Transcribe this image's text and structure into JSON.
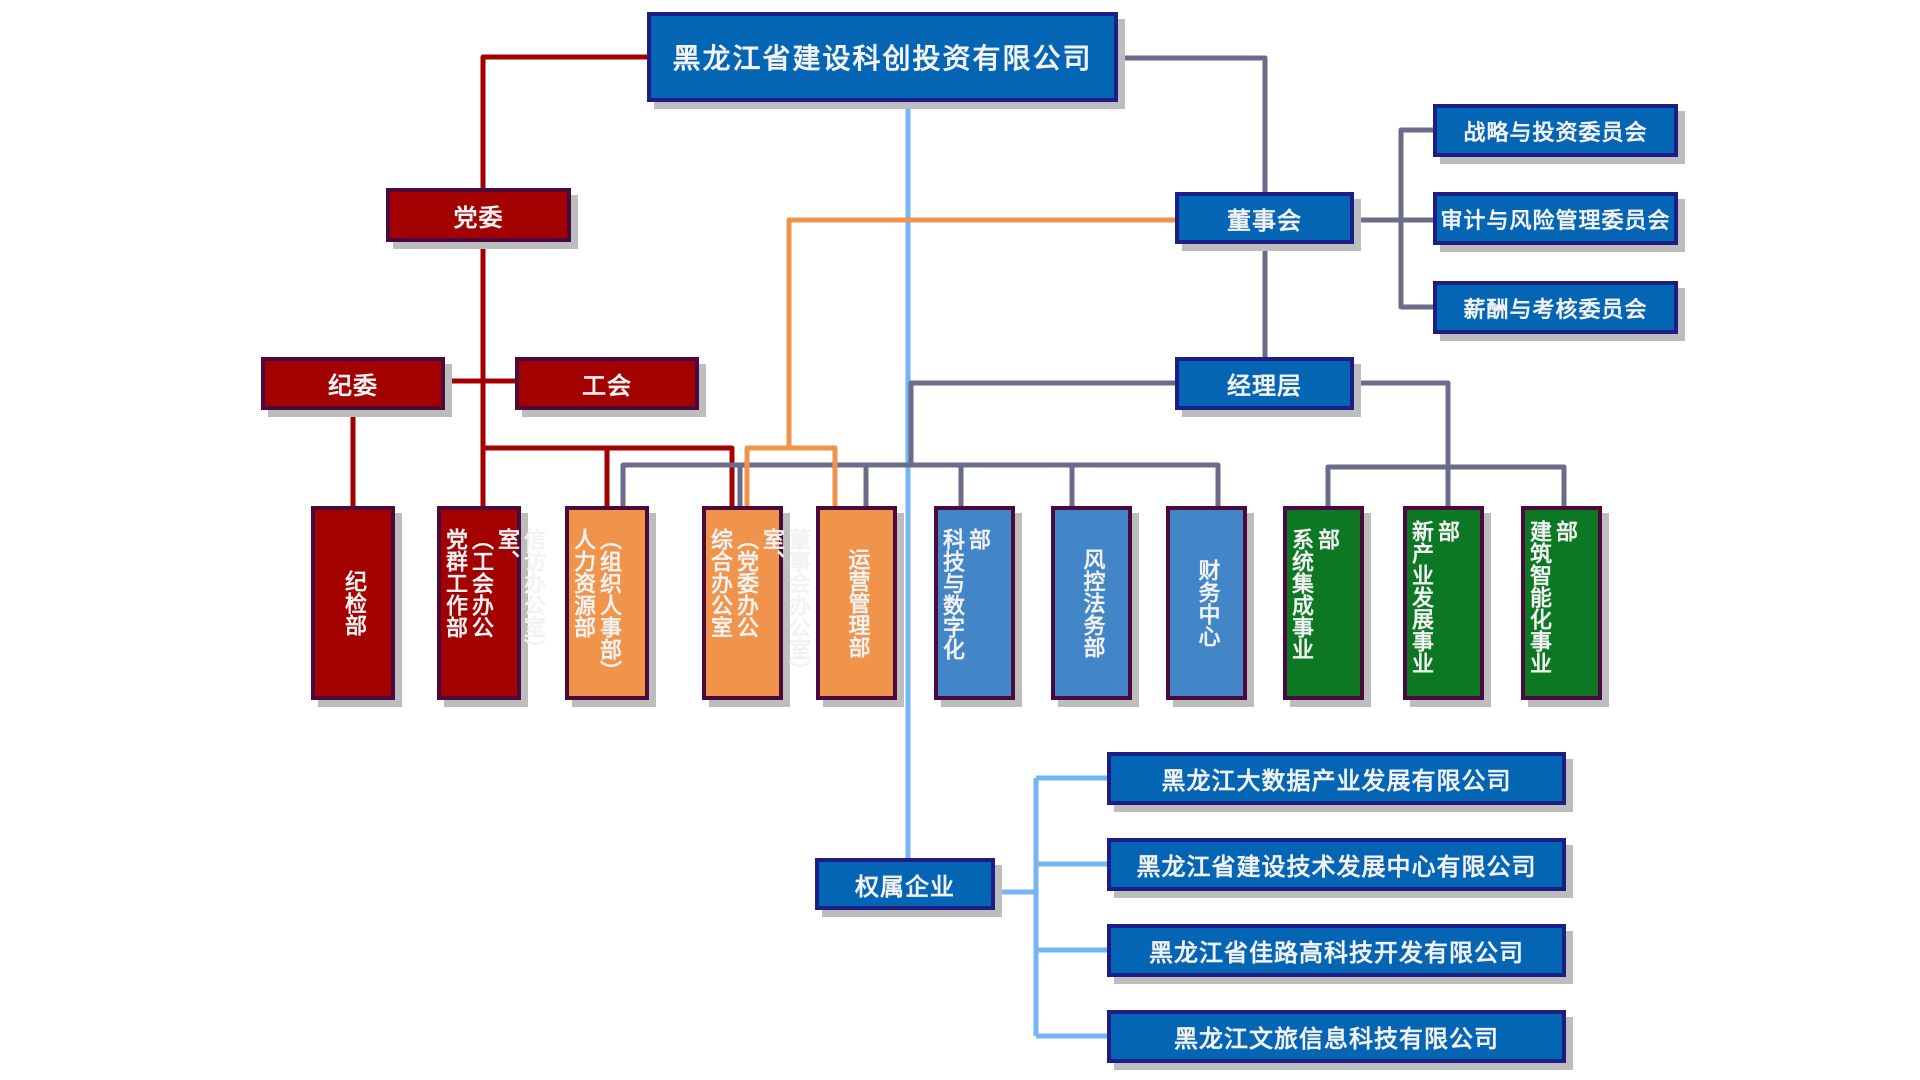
{
  "title": "黑龙江省建设科创投资有限公司",
  "party": {
    "committee": "党委",
    "discipline_committee": "纪委",
    "union": "工会"
  },
  "board": {
    "label": "董事会",
    "committees": [
      "战略与投资委员会",
      "审计与风险管理委员会",
      "薪酬与考核委员会"
    ]
  },
  "management": "经理层",
  "departments": [
    {
      "label": "纪检部",
      "color": "red"
    },
    {
      "label": "党群工作部\n（工会办公室、\n信访办公室）",
      "color": "red"
    },
    {
      "label": "人力资源部\n（组织人事部）",
      "color": "orange"
    },
    {
      "label": "综合办公室\n（党委办公室、\n董事会办公室）",
      "color": "orange"
    },
    {
      "label": "运营管理部",
      "color": "orange"
    },
    {
      "label": "科技与数字化部",
      "color": "lightblue"
    },
    {
      "label": "风控法务部",
      "color": "lightblue"
    },
    {
      "label": "财务中心",
      "color": "lightblue"
    },
    {
      "label": "系统集成事业部",
      "color": "green"
    },
    {
      "label": "新产业发展事业部",
      "color": "green"
    },
    {
      "label": "建筑智能化事业部",
      "color": "green"
    }
  ],
  "subsidiaries": {
    "label": "权属企业",
    "items": [
      "黑龙江大数据产业发展有限公司",
      "黑龙江省建设技术发展中心有限公司",
      "黑龙江省佳路高科技开发有限公司",
      "黑龙江文旅信息科技有限公司"
    ]
  },
  "colors": {
    "party_line": "#a30000",
    "governance_line": "#6b6b8a",
    "board_office_line": "#f0944b",
    "subsidiary_line": "#74b6f2",
    "primary_box": "#0565b5",
    "party_box": "#a30000",
    "hr_box": "#f0944b",
    "function_box": "#4286c8",
    "business_box": "#0c7823"
  }
}
